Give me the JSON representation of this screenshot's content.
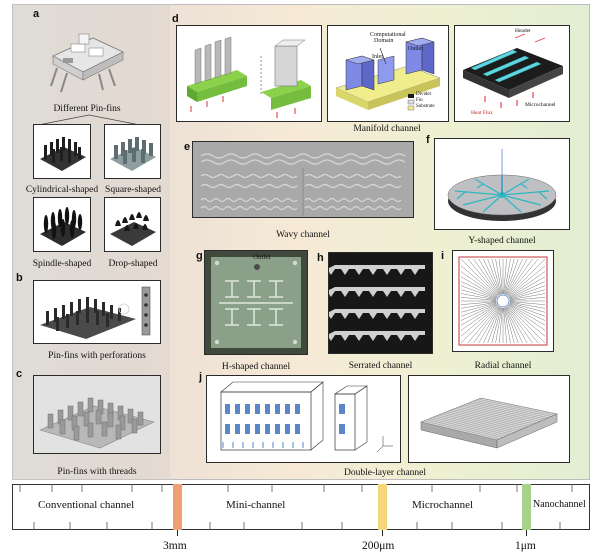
{
  "panels": {
    "a": {
      "letter": "a",
      "caption": "Different Pin-fins"
    },
    "a1": {
      "caption": "Cylindrical-shaped"
    },
    "a2": {
      "caption": "Square-shaped"
    },
    "a3": {
      "caption": "Spindle-shaped"
    },
    "a4": {
      "caption": "Drop-shaped"
    },
    "b": {
      "letter": "b",
      "caption": "Pin-fins with perforations"
    },
    "c": {
      "letter": "c",
      "caption": "Pin-fins with threads"
    },
    "d": {
      "letter": "d",
      "caption": "Manifold channel",
      "labels": {
        "comp": "Computational",
        "domain": "Domain",
        "inlet": "Inlet",
        "outlet": "Outlet",
        "divider": "Divider",
        "fin": "Fin",
        "substrate": "Substrate",
        "header": "Header",
        "heat_flux": "Heat Flux",
        "microchannel": "Microchannel"
      }
    },
    "e": {
      "letter": "e",
      "caption": "Wavy channel"
    },
    "f": {
      "letter": "f",
      "caption": "Y-shaped channel"
    },
    "g": {
      "letter": "g",
      "caption": "H-shaped channel",
      "outlet": "Outlet"
    },
    "h": {
      "letter": "h",
      "caption": "Serrated channel"
    },
    "i": {
      "letter": "i",
      "caption": "Radial channel"
    },
    "j": {
      "letter": "j",
      "caption": "Double-layer channel"
    }
  },
  "scale": {
    "regions": [
      "Conventional channel",
      "Mini-channel",
      "Microchannel",
      "Nanochannel"
    ],
    "ticks": [
      "3mm",
      "200μm",
      "1μm"
    ],
    "colors": {
      "orange": "#f0a070",
      "yellow": "#f5d67a",
      "green": "#a6d28c"
    }
  }
}
